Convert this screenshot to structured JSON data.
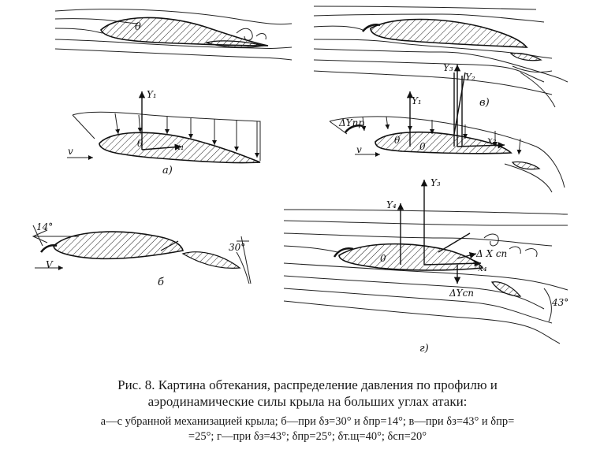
{
  "figure": {
    "panel_labels": {
      "a": "а)",
      "b": "б",
      "v": "в)",
      "g": "г)"
    },
    "labels": {
      "y1": "Y₁",
      "x1": "x₁",
      "theta_a": "θ",
      "theta_b": "θ",
      "v_a": "v",
      "y2": "Y₂",
      "y3": "Y₃",
      "x2": "x₂",
      "dy_pr": "ΔYпр",
      "theta_v": "θ",
      "zero_v": "0",
      "v_v": "v",
      "y3b": "Y₃",
      "y4": "Y₄",
      "zero_g": "0",
      "dx_sp": "Δ X сп",
      "x4": "x₄",
      "dy_sp": "ΔYсп",
      "ang14": "14°",
      "ang30": "30°",
      "v_b": "V",
      "ang43": "43°"
    }
  },
  "caption": {
    "title_line1": "Рис. 8. Картина обтекания, распределение давления по профилю и",
    "title_line2": "аэродинамические силы крыла на больших углах атаки:",
    "legend_line1": "а—с убранной механизацией крыла; б—при δз=30° и δпр=14°; в—при δз=43° и δпр=",
    "legend_line2": "=25°; г—при δз=43°; δпр=25°; δт.щ=40°; δсп=20°"
  }
}
